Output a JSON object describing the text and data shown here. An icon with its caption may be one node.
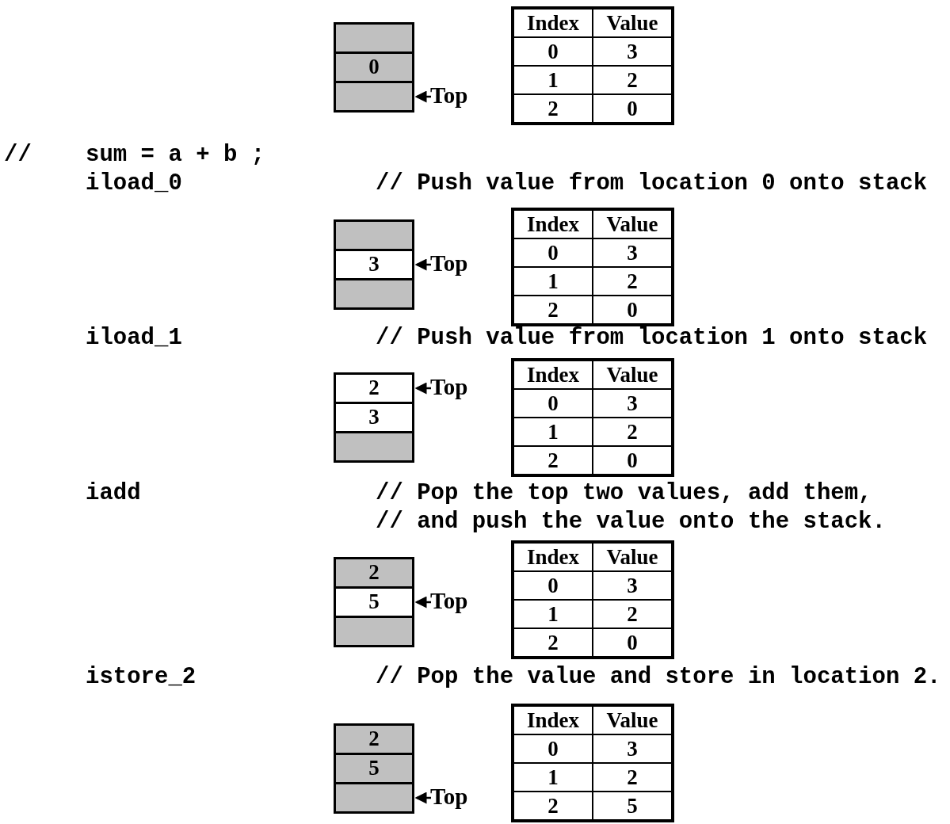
{
  "diagram": {
    "nodes": [
      {
        "text": [],
        "shape": "box"
      },
      {
        "text": [
          "0"
        ]
      },
      {
        "text": [],
        "shape": "box"
      },
      {
        "text": [
          "Top"
        ]
      },
      {
        "text": [],
        "shape": "box"
      },
      {
        "text": [
          "3"
        ]
      },
      {
        "text": [],
        "shape": "box"
      },
      {
        "text": [
          "Top"
        ]
      },
      {
        "text": [
          "2"
        ]
      },
      {
        "text": [
          "3"
        ]
      },
      {
        "text": [],
        "shape": "box"
      },
      {
        "text": [
          "Top"
        ]
      },
      {
        "text": [
          "2"
        ]
      },
      {
        "text": [
          "5"
        ]
      },
      {
        "text": [],
        "shape": "box"
      },
      {
        "text": [
          "Top"
        ]
      },
      {
        "text": [
          "2"
        ]
      },
      {
        "text": [
          "5"
        ]
      },
      {
        "text": [],
        "shape": "box"
      },
      {
        "text": [
          "Top"
        ]
      }
    ],
    "edges": [
      {
        "from": 3,
        "to": 2,
        "arrow": "to"
      },
      {
        "from": 7,
        "to": 5,
        "arrow": "to"
      },
      {
        "from": 11,
        "to": 8,
        "arrow": "to"
      },
      {
        "from": 15,
        "to": 13,
        "arrow": "to"
      },
      {
        "from": 19,
        "to": 18,
        "arrow": "to"
      }
    ],
    "labels": [
      "Index",
      "Value",
      "0",
      "3",
      "1",
      "2",
      "2",
      "0",
      "//",
      "sum = a + b ;",
      "iload_0",
      "// Push value from location 0 onto stack",
      "Index",
      "Value",
      "0",
      "3",
      "1",
      "2",
      "2",
      "0",
      "iload_1",
      "// Push value from location 1 onto stack",
      "Index",
      "Value",
      "0",
      "3",
      "1",
      "2",
      "2",
      "0",
      "iadd",
      "// Pop the top two values, add them,",
      "// and push the value onto the stack.",
      "Index",
      "Value",
      "0",
      "3",
      "1",
      "2",
      "2",
      "0",
      "istore_2",
      "// Pop the value and store in location 2.",
      "Index",
      "Value",
      "0",
      "3",
      "1",
      "2",
      "2",
      "5"
    ]
  }
}
